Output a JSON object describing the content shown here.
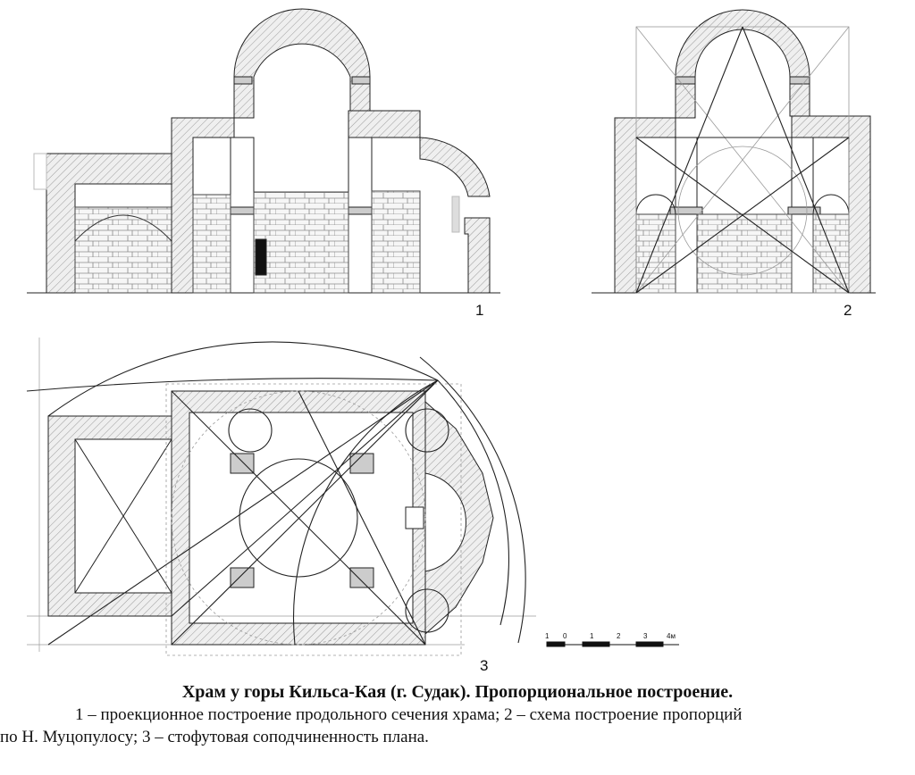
{
  "figure": {
    "panel_labels": [
      "1",
      "2",
      "3"
    ],
    "scale": {
      "ticks": [
        "1",
        "0",
        "1",
        "2",
        "3",
        "4м"
      ]
    }
  },
  "caption": {
    "title": "Храм у горы Кильса-Кая (г. Судак). Пропорциональное построение.",
    "line1": "1 – проекционное построение продольного сечения храма; 2 – схема построение пропорций",
    "line2": "по Н. Муцопулосу; 3 – стофутовая соподчиненность плана."
  },
  "colors": {
    "wall_fill": "#e6e6e6",
    "line": "#222222",
    "guide": "#9a9a9a"
  }
}
